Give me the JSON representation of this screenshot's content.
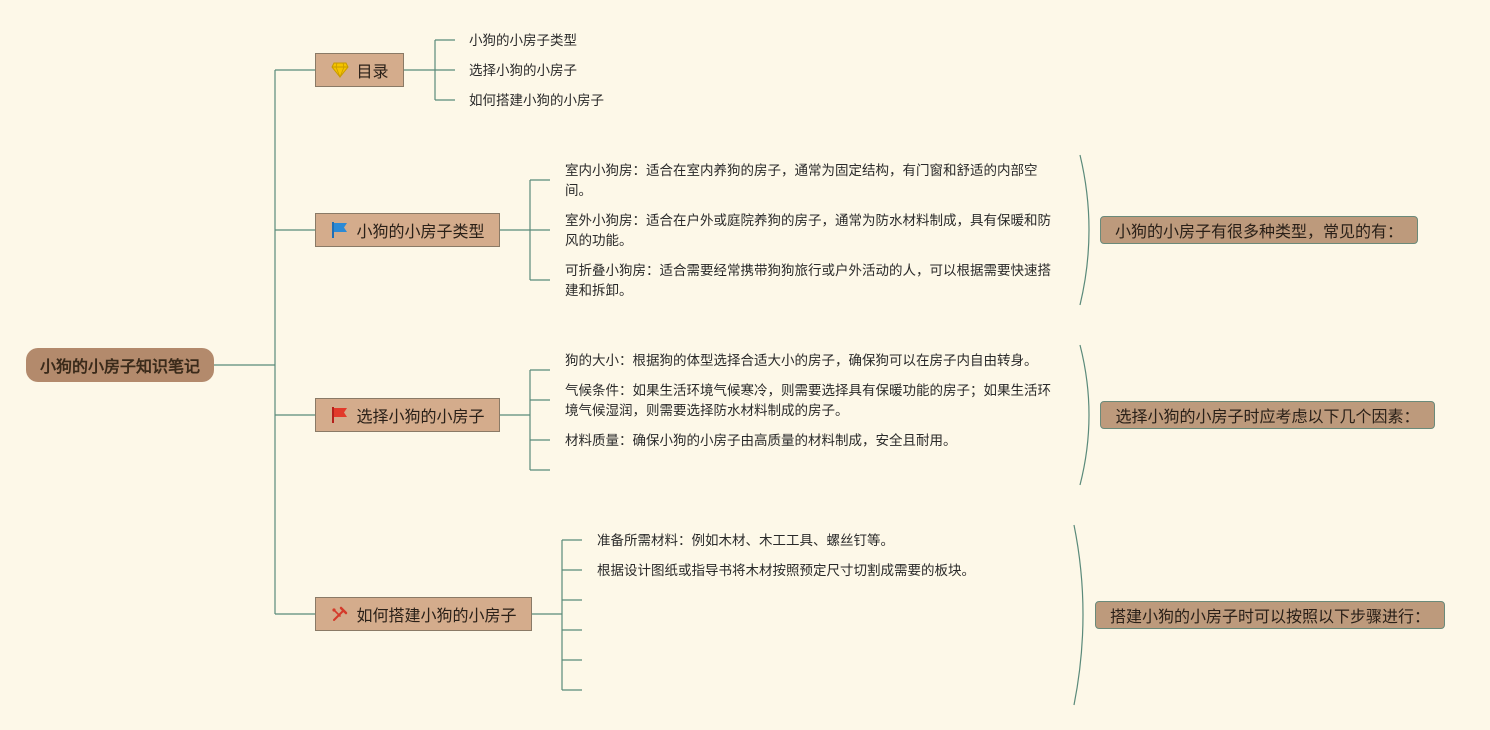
{
  "root": {
    "label": "小狗的小房子知识笔记"
  },
  "branches": [
    {
      "label": "目录",
      "icon": "diamond-icon",
      "children": [
        "小狗的小房子类型",
        "选择小狗的小房子",
        "如何搭建小狗的小房子"
      ]
    },
    {
      "label": "小狗的小房子类型",
      "icon": "blue-flag-icon",
      "children": [
        "室内小狗房：适合在室内养狗的房子，通常为固定结构，有门窗和舒适的内部空间。",
        "室外小狗房：适合在户外或庭院养狗的房子，通常为防水材料制成，具有保暖和防风的功能。",
        "可折叠小狗房：适合需要经常携带狗狗旅行或户外活动的人，可以根据需要快速搭建和拆卸。"
      ],
      "summary": "小狗的小房子有很多种类型，常见的有："
    },
    {
      "label": "选择小狗的小房子",
      "icon": "red-flag-icon",
      "children": [
        "狗的大小：根据狗的体型选择合适大小的房子，确保狗可以在房子内自由转身。",
        "气候条件：如果生活环境气候寒冷，则需要选择具有保暖功能的房子；如果生活环境气候湿润，则需要选择防水材料制成的房子。",
        "材料质量：确保小狗的小房子由高质量的材料制成，安全且耐用。",
        ""
      ],
      "summary": "选择小狗的小房子时应考虑以下几个因素："
    },
    {
      "label": "如何搭建小狗的小房子",
      "icon": "tools-icon",
      "children": [
        "准备所需材料：例如木材、木工工具、螺丝钉等。",
        "根据设计图纸或指导书将木材按照预定尺寸切割成需要的板块。",
        "",
        "",
        "",
        ""
      ],
      "summary": "搭建小狗的小房子时可以按照以下步骤进行："
    }
  ],
  "colors": {
    "background": "#fdf8e8",
    "connector": "#5a8a7a",
    "root_fill": "#b38a6c",
    "branch_fill": "#d4ac8c",
    "summary_fill": "#bd9a7c"
  }
}
